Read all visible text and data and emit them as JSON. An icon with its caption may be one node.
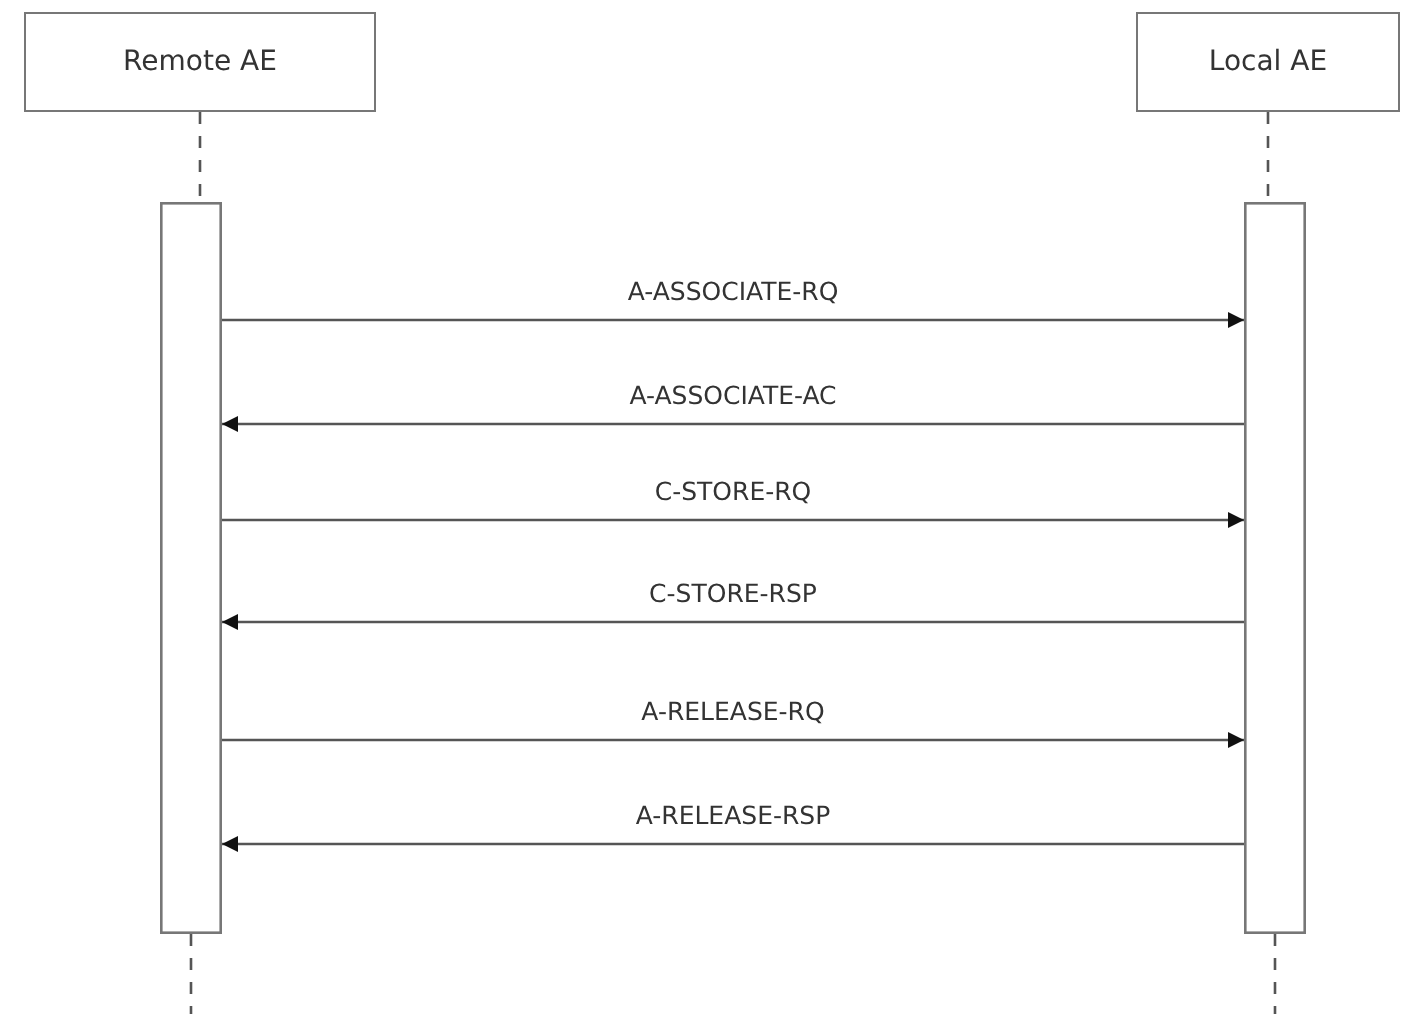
{
  "diagram": {
    "nodes": [
      {
        "text": [
          "Remote AE"
        ]
      },
      {
        "text": [
          "Local AE"
        ]
      },
      {
        "text": [],
        "shape": "bar"
      },
      {
        "text": [],
        "shape": "bar"
      }
    ],
    "edges": [
      {
        "from": 0,
        "to": 2,
        "arrow": "none",
        "style": "dashed"
      },
      {
        "from": 1,
        "to": 3,
        "arrow": "none",
        "style": "dashed"
      },
      {
        "from": 2,
        "to": 3,
        "label": "A-ASSOCIATE-RQ",
        "arrow": "to"
      },
      {
        "from": 3,
        "to": 2,
        "label": "A-ASSOCIATE-AC",
        "arrow": "to"
      },
      {
        "from": 2,
        "to": 3,
        "label": "C-STORE-RQ",
        "arrow": "to"
      },
      {
        "from": 3,
        "to": 2,
        "label": "C-STORE-RSP",
        "arrow": "to"
      },
      {
        "from": 2,
        "to": 3,
        "label": "A-RELEASE-RQ",
        "arrow": "to"
      },
      {
        "from": 3,
        "to": 2,
        "label": "A-RELEASE-RSP",
        "arrow": "to"
      },
      {
        "from": 2,
        "to": null,
        "arrow": "none",
        "style": "dashed"
      },
      {
        "from": 3,
        "to": null,
        "arrow": "none",
        "style": "dashed"
      }
    ]
  }
}
